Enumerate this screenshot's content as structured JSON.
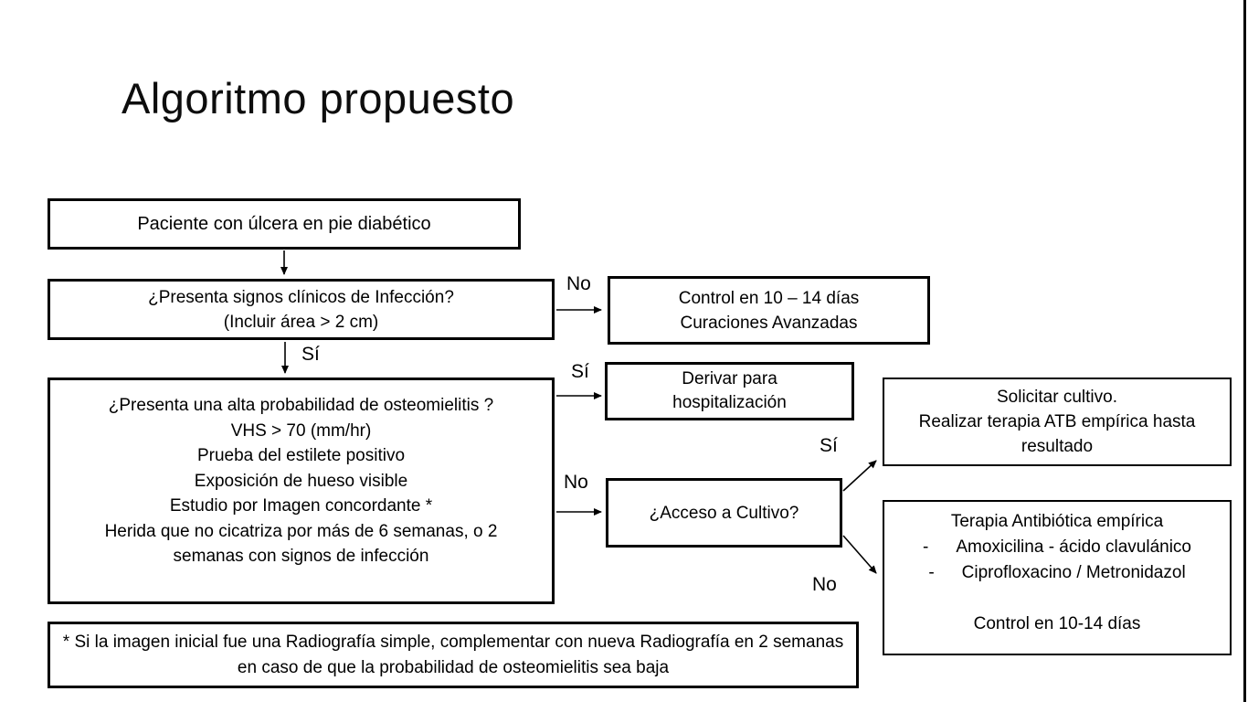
{
  "slide": {
    "title": "Algoritmo propuesto"
  },
  "flowchart": {
    "labels": {
      "yes": "Sí",
      "no": "No"
    },
    "nodes": {
      "patient": {
        "text": "Paciente con úlcera en pie diabético"
      },
      "infection": {
        "line1": "¿Presenta signos clínicos de Infección?",
        "line2": "(Incluir área > 2 cm)"
      },
      "control": {
        "line1": "Control en 10 – 14 días",
        "line2": "Curaciones Avanzadas"
      },
      "osteomyelitis": {
        "line1": "¿Presenta una alta probabilidad de osteomielitis ?",
        "line2": "VHS > 70 (mm/hr)",
        "line3": "Prueba del estilete positivo",
        "line4": "Exposición de hueso visible",
        "line5": "Estudio por Imagen concordante *",
        "line6": "Herida que no cicatriza por más de 6 semanas, o 2 semanas con signos de infección"
      },
      "derivar": {
        "line1": "Derivar para",
        "line2": "hospitalización"
      },
      "acceso": {
        "text": "¿Acceso a Cultivo?"
      },
      "solicitar": {
        "line1": "Solicitar cultivo.",
        "line2": "Realizar terapia ATB empírica hasta",
        "line3": "resultado"
      },
      "terapia": {
        "title": "Terapia Antibiótica empírica",
        "bullet_marker": "-",
        "bullet1": "Amoxicilina - ácido clavulánico",
        "bullet2": "Ciprofloxacino / Metronidazol",
        "footer": "Control en 10-14 días"
      },
      "footnote": {
        "text": "* Si la imagen inicial fue una Radiografía simple, complementar con nueva Radiografía en 2 semanas en caso de que la probabilidad de osteomielitis sea baja"
      }
    }
  },
  "colors": {
    "background": "#ffffff",
    "border": "#000000",
    "text": "#000000"
  }
}
